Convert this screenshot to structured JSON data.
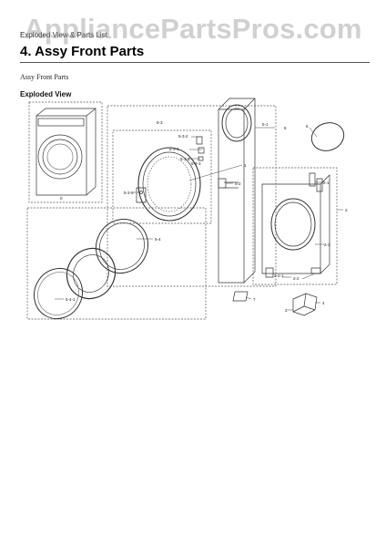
{
  "watermark": "AppliancePartsPros.com",
  "header": {
    "small": "Exploded View & Parts List",
    "section_title": "4.  Assy Front Parts",
    "subtitle": "Assy Front Parts",
    "view_label": "Exploded View"
  },
  "parts": {
    "p0": "0",
    "p1": "1",
    "p2": "2",
    "p21": "2-1",
    "p22": "2-2",
    "p23": "2-3",
    "p221": "2-2-1",
    "p3": "3",
    "p4": "4",
    "p5": "5",
    "p51": "5-1",
    "p52": "5-2",
    "p53": "5-3",
    "p531": "5-3-1",
    "p532": "5-3-2",
    "p533": "5-3-3",
    "p534": "5-3-4",
    "p535": "5-3-5",
    "p54": "5-4",
    "p541": "5-4-1",
    "p6": "6",
    "p7": "7"
  }
}
